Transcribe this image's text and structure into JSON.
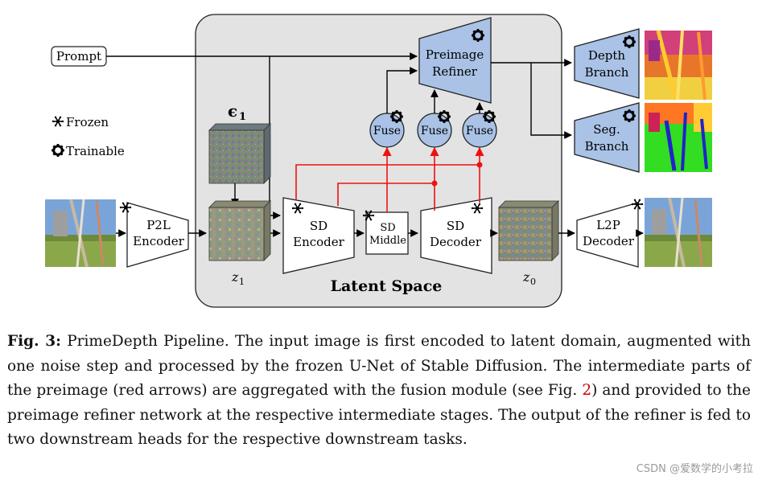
{
  "figure": {
    "prompt_label": "Prompt",
    "latent_space_label": "Latent Space",
    "epsilon_label": "ϵ",
    "epsilon_sub": "1",
    "z1_label": "z",
    "z1_sub": "1",
    "z0_label": "z",
    "z0_sub": "0",
    "legend": {
      "frozen": "Frozen",
      "trainable": "Trainable"
    },
    "blocks": {
      "p2l_line1": "P2L",
      "p2l_line2": "Encoder",
      "sd_enc_line1": "SD",
      "sd_enc_line2": "Encoder",
      "sd_mid_line1": "SD",
      "sd_mid_line2": "Middle",
      "sd_dec_line1": "SD",
      "sd_dec_line2": "Decoder",
      "l2p_line1": "L2P",
      "l2p_line2": "Decoder",
      "refiner_line1": "Preimage",
      "refiner_line2": "Refiner",
      "depth_line1": "Depth",
      "depth_line2": "Branch",
      "seg_line1": "Seg.",
      "seg_line2": "Branch",
      "fuse": "Fuse"
    },
    "colors": {
      "block_blue": "#a9c2e6",
      "latent_bg": "#e3e3e3",
      "red_arrow": "#ee1111"
    }
  },
  "caption": {
    "label": "Fig. 3:",
    "text_before_ref": "PrimeDepth Pipeline. The input image is first encoded to latent domain, augmented with one noise step and processed by the frozen U-Net of Stable Diffusion. The intermediate parts of the preimage (red arrows) are aggregated with the fusion module (see Fig.",
    "ref": "2",
    "text_after_ref": ") and provided to the preimage refiner network at the respective intermediate stages. The output of the refiner is fed to two downstream heads for the respective downstream tasks."
  },
  "watermark": "CSDN @爱数学的小考拉"
}
